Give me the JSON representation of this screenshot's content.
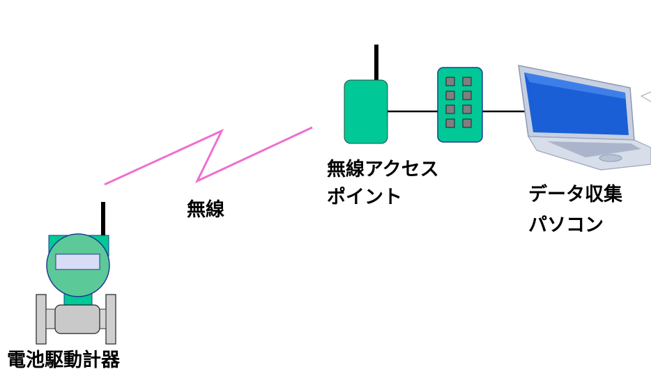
{
  "labels": {
    "wireless": "無線",
    "access_point_line1": "無線アクセス",
    "access_point_line2": "ポイント",
    "pc_line1": "データ収集",
    "pc_line2": "パソコン",
    "device": "電池駆動計器"
  },
  "colors": {
    "wireless_link": "#ee6fd0",
    "device_green": "#00c896",
    "device_face": "#5cc998",
    "device_screen": "#d8dcf5",
    "device_body": "#c9c9c9",
    "laptop_screen": "#1a5fd6",
    "laptop_body": "#cfd7e6",
    "antenna": "#000000"
  }
}
